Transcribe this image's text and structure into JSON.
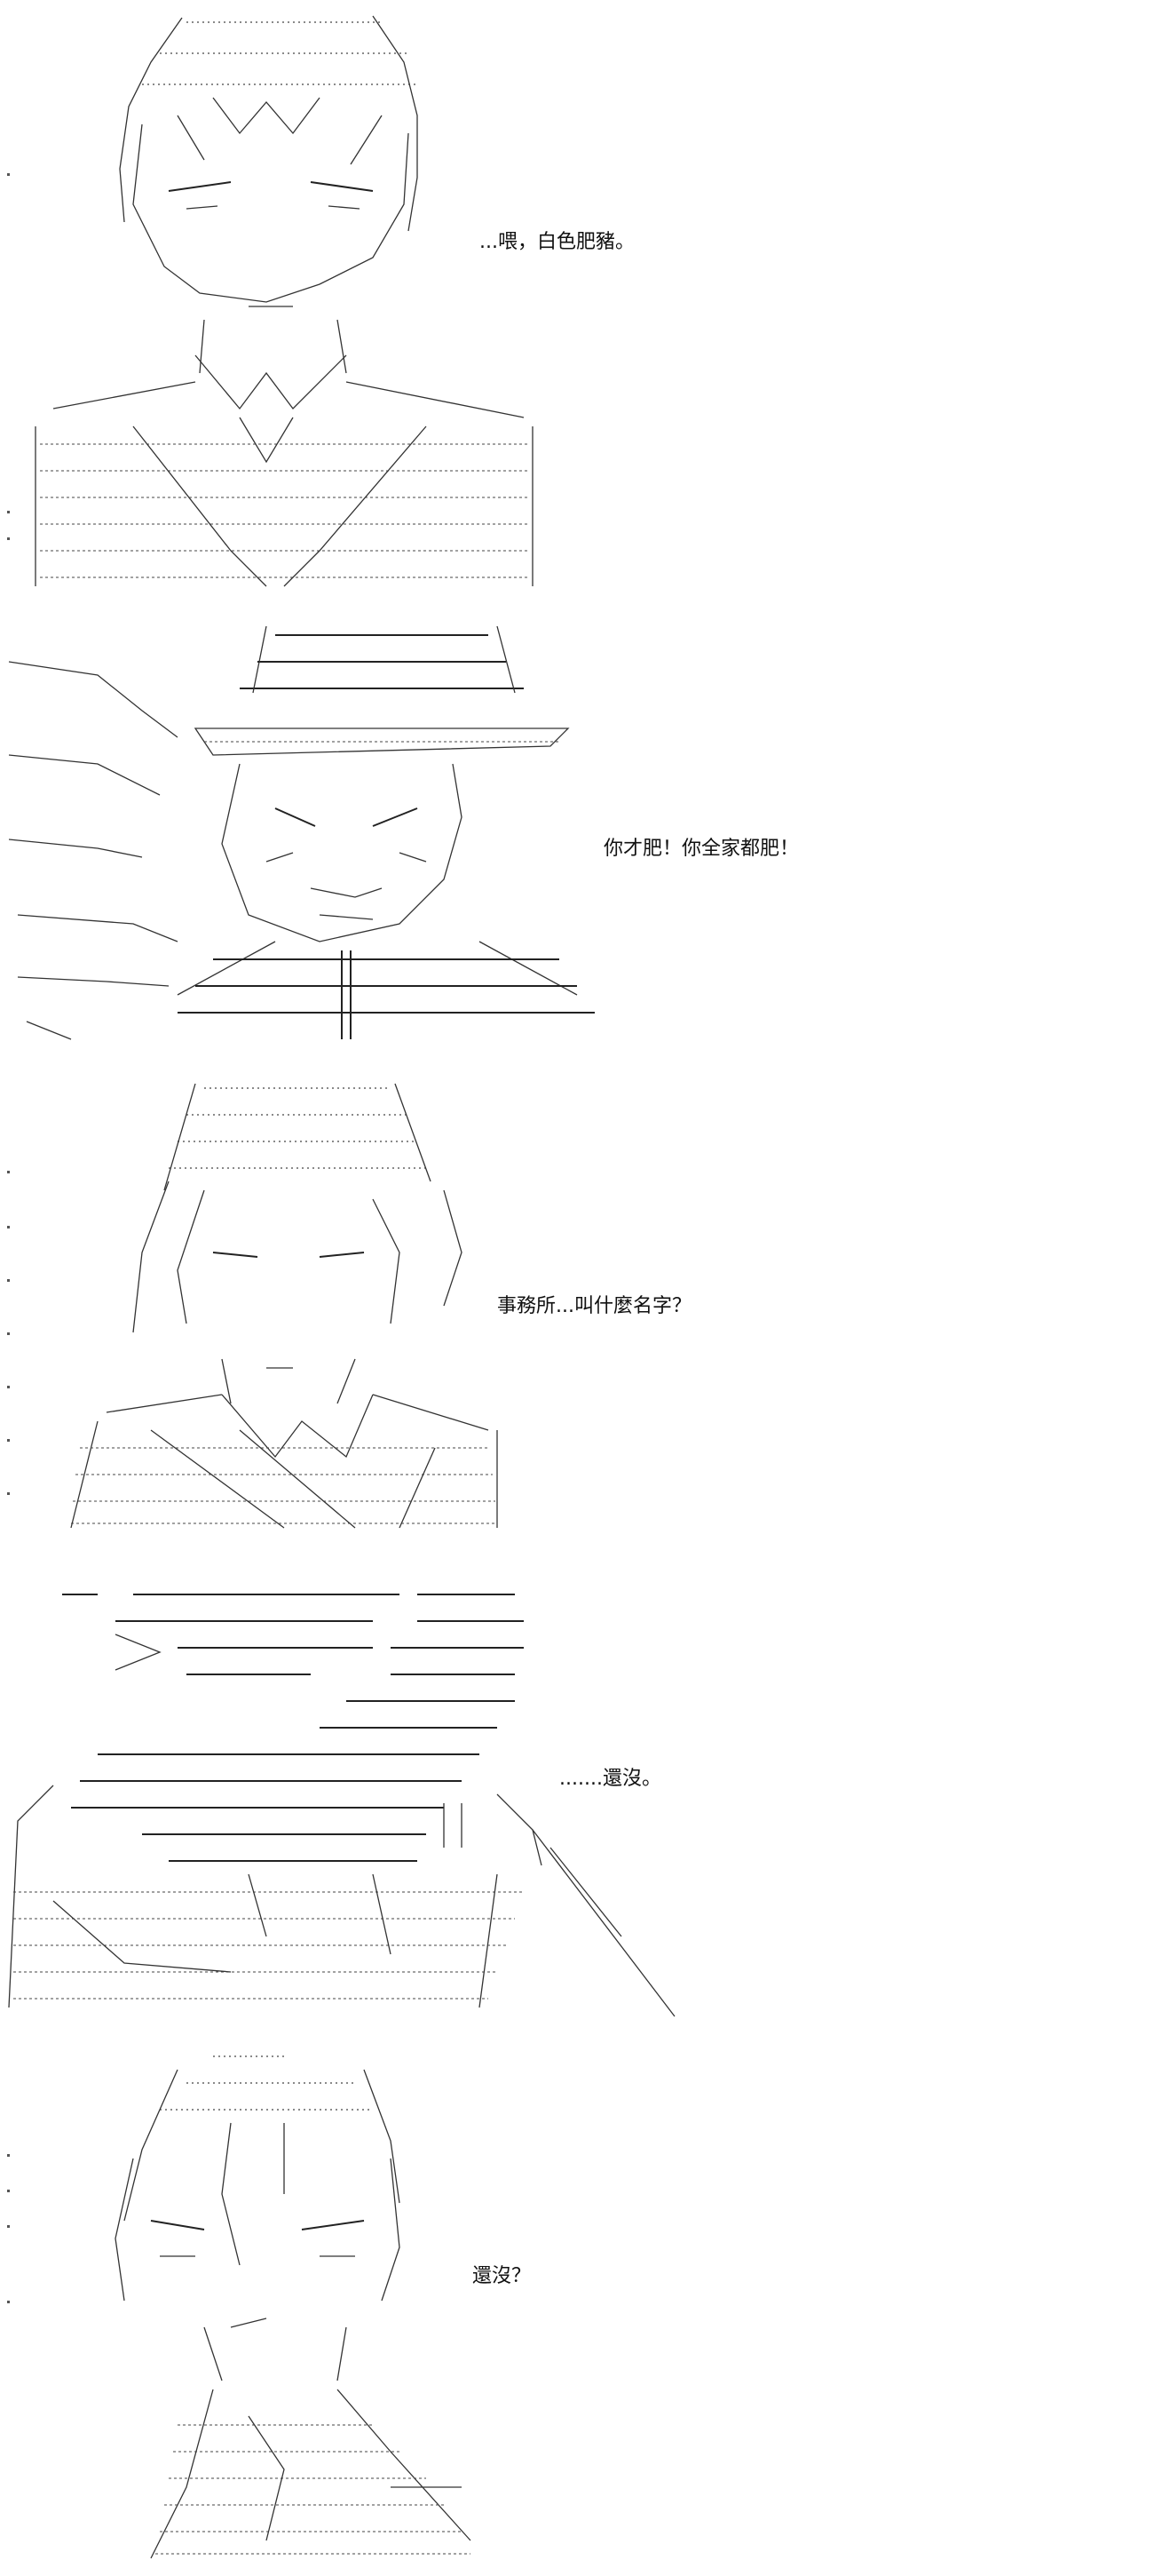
{
  "panels": [
    {
      "id": "panel-1",
      "line": "...喂，白色肥豬。"
    },
    {
      "id": "panel-2",
      "line": "你才肥！你全家都肥！"
    },
    {
      "id": "panel-3",
      "line": "事務所...叫什麼名字？"
    },
    {
      "id": "panel-4",
      "line": ".......還沒。"
    },
    {
      "id": "panel-5",
      "line": "還沒？"
    }
  ]
}
